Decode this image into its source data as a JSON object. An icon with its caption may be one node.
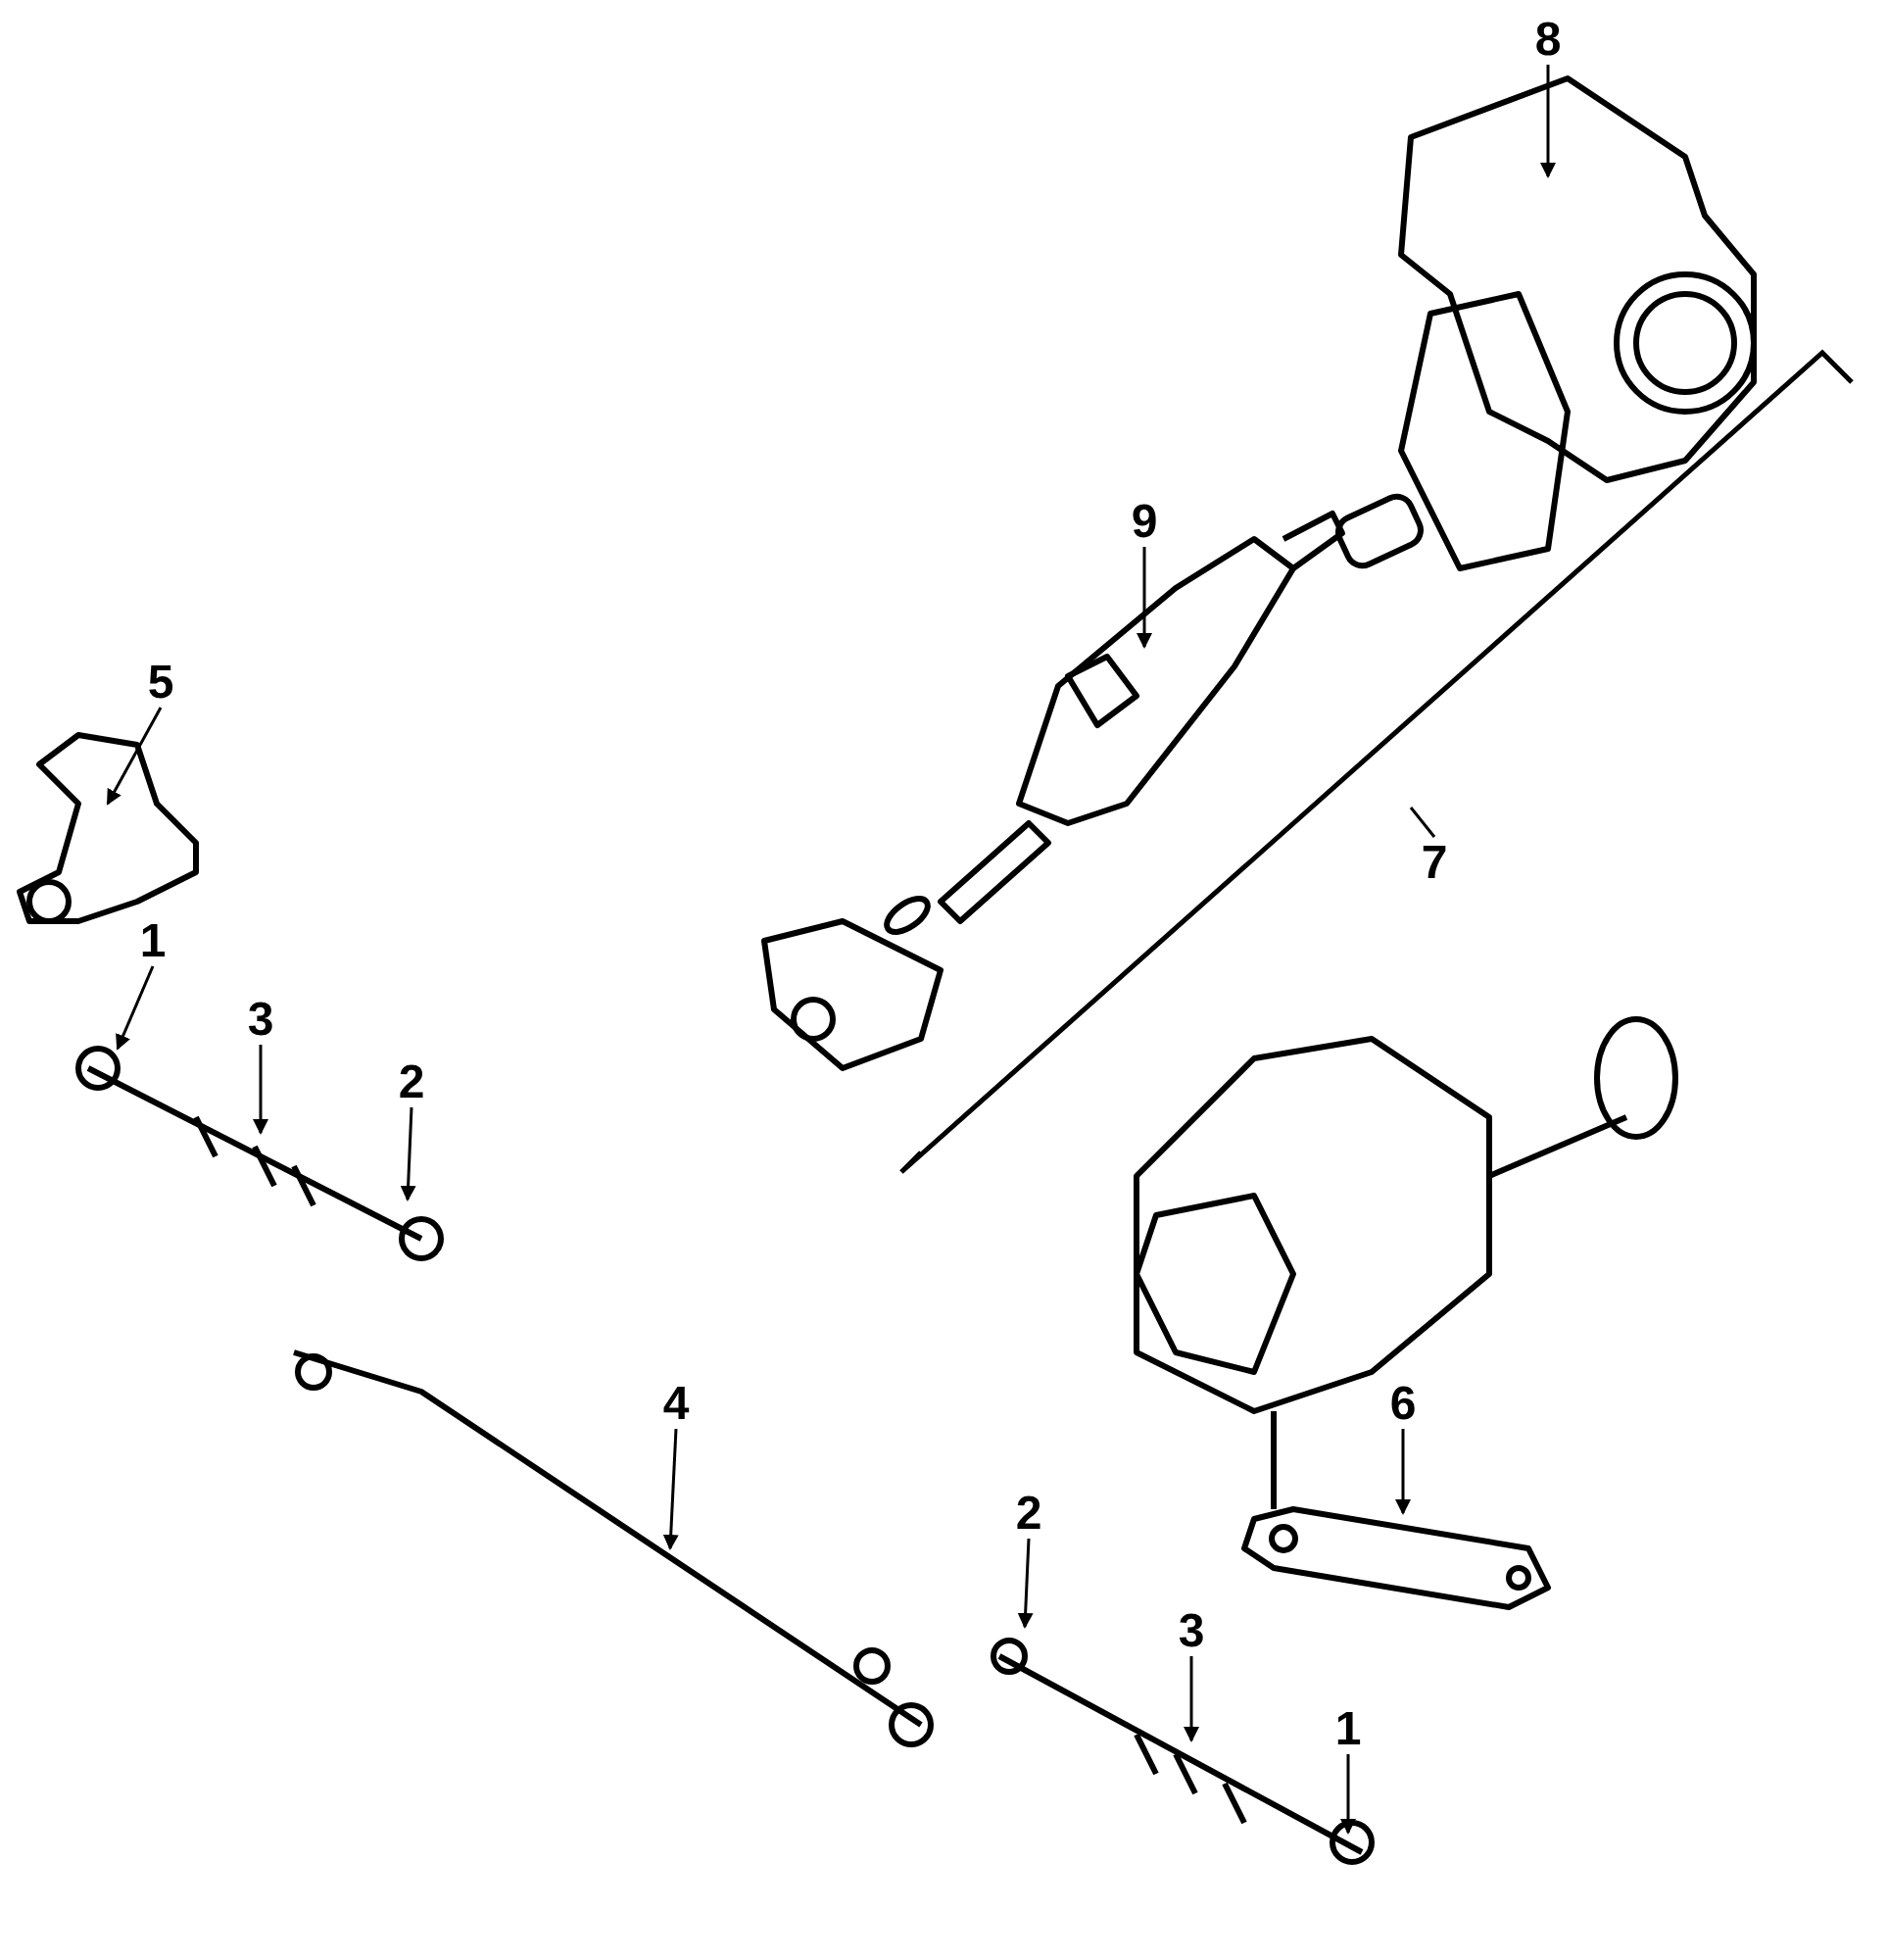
{
  "diagram": {
    "nodes": [
      {
        "text": [
          "8"
        ]
      },
      {
        "text": [
          "9"
        ]
      },
      {
        "text": [
          "5"
        ]
      },
      {
        "text": [
          "7"
        ]
      },
      {
        "text": [
          "1"
        ]
      },
      {
        "text": [
          "3"
        ]
      },
      {
        "text": [
          "2"
        ]
      },
      {
        "text": [
          "4"
        ]
      },
      {
        "text": [
          "6"
        ]
      },
      {
        "text": [
          "2"
        ]
      },
      {
        "text": [
          "3"
        ]
      },
      {
        "text": [
          "1"
        ]
      }
    ],
    "edges": [
      {
        "from": 0,
        "to": null,
        "arrow": "to"
      },
      {
        "from": 1,
        "to": null,
        "arrow": "to"
      },
      {
        "from": 2,
        "to": null,
        "arrow": "to"
      },
      {
        "from": 3,
        "to": null,
        "arrow": "none"
      },
      {
        "from": 4,
        "to": null,
        "arrow": "to"
      },
      {
        "from": 5,
        "to": null,
        "arrow": "to"
      },
      {
        "from": 6,
        "to": null,
        "arrow": "to"
      },
      {
        "from": 7,
        "to": null,
        "arrow": "to"
      },
      {
        "from": 8,
        "to": null,
        "arrow": "to"
      },
      {
        "from": 9,
        "to": null,
        "arrow": "to"
      },
      {
        "from": 10,
        "to": null,
        "arrow": "to"
      },
      {
        "from": 11,
        "to": null,
        "arrow": "to"
      }
    ]
  }
}
